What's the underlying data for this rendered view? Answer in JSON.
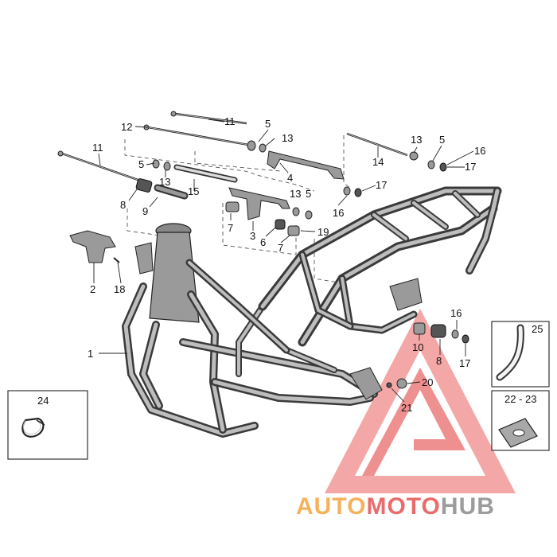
{
  "callouts": [
    {
      "id": "c11a",
      "text": "11"
    },
    {
      "id": "c12",
      "text": "12"
    },
    {
      "id": "c5a",
      "text": "5"
    },
    {
      "id": "c13a",
      "text": "13"
    },
    {
      "id": "c11b",
      "text": "11"
    },
    {
      "id": "c5b",
      "text": "5"
    },
    {
      "id": "c13b",
      "text": "13"
    },
    {
      "id": "c4",
      "text": "4"
    },
    {
      "id": "c15",
      "text": "15"
    },
    {
      "id": "c8a",
      "text": "8"
    },
    {
      "id": "c9",
      "text": "9"
    },
    {
      "id": "c13c",
      "text": "13"
    },
    {
      "id": "c5c",
      "text": "5"
    },
    {
      "id": "c7a",
      "text": "7"
    },
    {
      "id": "c3",
      "text": "3"
    },
    {
      "id": "c6",
      "text": "6"
    },
    {
      "id": "c7b",
      "text": "7"
    },
    {
      "id": "c19",
      "text": "19"
    },
    {
      "id": "c13d",
      "text": "13"
    },
    {
      "id": "c5d",
      "text": "5"
    },
    {
      "id": "c16a",
      "text": "16"
    },
    {
      "id": "c17a",
      "text": "17"
    },
    {
      "id": "c14",
      "text": "14"
    },
    {
      "id": "c17b",
      "text": "17"
    },
    {
      "id": "c16b",
      "text": "16"
    },
    {
      "id": "c2",
      "text": "2"
    },
    {
      "id": "c18",
      "text": "18"
    },
    {
      "id": "c1",
      "text": "1"
    },
    {
      "id": "c16c",
      "text": "16"
    },
    {
      "id": "c10",
      "text": "10"
    },
    {
      "id": "c8b",
      "text": "8"
    },
    {
      "id": "c17c",
      "text": "17"
    },
    {
      "id": "c20",
      "text": "20"
    },
    {
      "id": "c21",
      "text": "21"
    },
    {
      "id": "c24",
      "text": "24"
    },
    {
      "id": "c25",
      "text": "25"
    },
    {
      "id": "c2223",
      "text": "22 - 23"
    }
  ],
  "watermark": {
    "part1": "AUTO",
    "part2": "MOTO",
    "part3": "HUB",
    "color_orange": "#f5b25c",
    "color_red": "#e96b6b",
    "color_gray": "#9c9c9c"
  }
}
